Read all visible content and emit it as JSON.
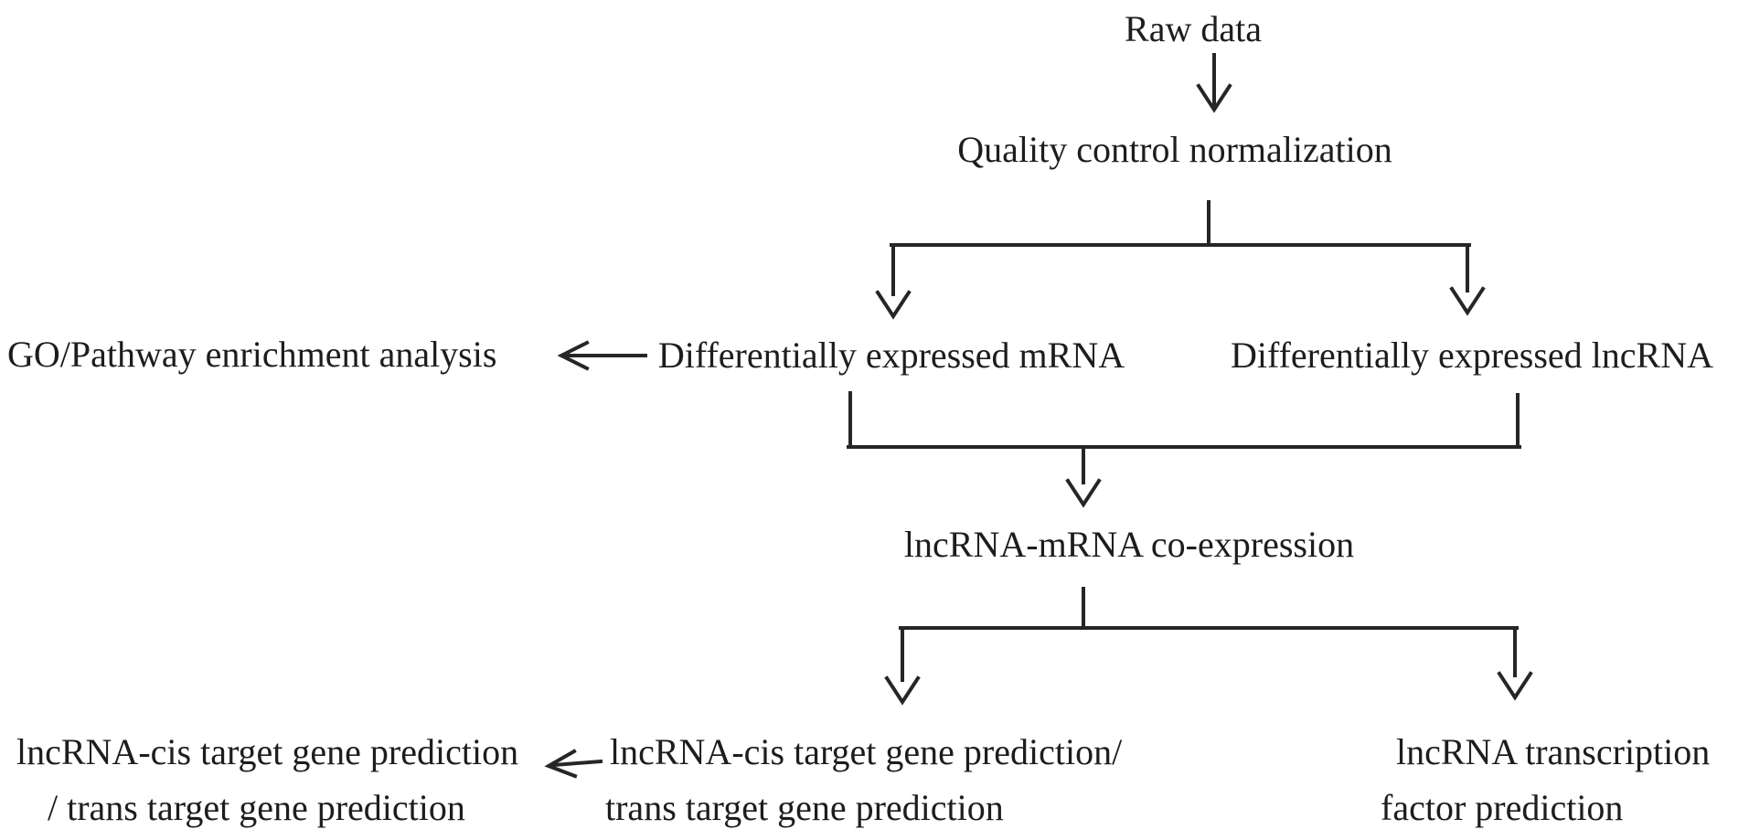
{
  "diagram": {
    "background": "#ffffff",
    "text_color": "#1d1d1d",
    "line_color": "#262626",
    "nodes": {
      "raw_data": {
        "label": "Raw data"
      },
      "quality_control": {
        "label": "Quality control normalization"
      },
      "go_pathway": {
        "label": "GO/Pathway enrichment analysis"
      },
      "de_mrna": {
        "label": "Differentially expressed mRNA"
      },
      "de_lncrna": {
        "label": "Differentially expressed lncRNA"
      },
      "coexpression": {
        "label": "lncRNA-mRNA co-expression"
      },
      "target_prediction_left": {
        "line1": "lncRNA-cis target gene prediction",
        "line2": "/ trans target gene prediction"
      },
      "target_prediction_mid": {
        "line1": "lncRNA-cis target gene prediction/",
        "line2": "trans target gene prediction"
      },
      "tf_prediction": {
        "line1": "lncRNA transcription",
        "line2": "factor prediction"
      }
    },
    "edges": [
      {
        "from": "raw_data",
        "to": "quality_control"
      },
      {
        "from": "quality_control",
        "to": "de_mrna"
      },
      {
        "from": "quality_control",
        "to": "de_lncrna"
      },
      {
        "from": "de_mrna",
        "to": "go_pathway"
      },
      {
        "from": "de_mrna",
        "to": "coexpression"
      },
      {
        "from": "de_lncrna",
        "to": "coexpression"
      },
      {
        "from": "coexpression",
        "to": "target_prediction_mid"
      },
      {
        "from": "coexpression",
        "to": "tf_prediction"
      },
      {
        "from": "target_prediction_mid",
        "to": "target_prediction_left"
      }
    ]
  }
}
